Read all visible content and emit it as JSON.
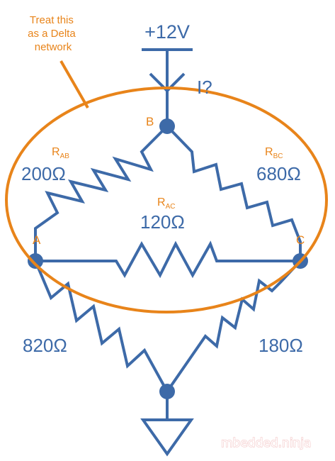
{
  "supply_label": "+12V",
  "current_label": "I?",
  "annotation": [
    "Treat this",
    "as a Delta",
    "network"
  ],
  "nodes": {
    "a": "A",
    "b": "B",
    "c": "C"
  },
  "resistors": {
    "rab": {
      "name": "R",
      "sub": "AB",
      "value": "200Ω"
    },
    "rbc": {
      "name": "R",
      "sub": "BC",
      "value": "680Ω"
    },
    "rac": {
      "name": "R",
      "sub": "AC",
      "value": "120Ω"
    },
    "lower_left": {
      "value": "820Ω"
    },
    "lower_right": {
      "value": "180Ω"
    }
  },
  "watermark": "mbedded.ninja",
  "colors": {
    "wire": "#3d6aa8",
    "highlight": "#e8841a",
    "watermark": "#f3c6c6"
  }
}
